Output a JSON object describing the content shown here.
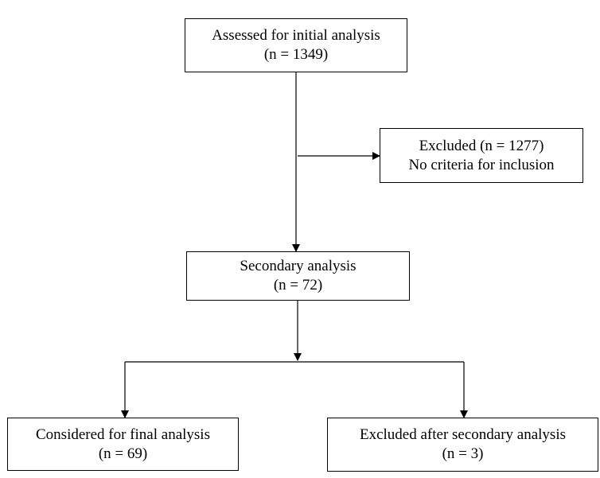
{
  "flowchart": {
    "assessed": {
      "title": "Assessed for initial analysis",
      "count": "(n = 1349)"
    },
    "excluded": {
      "title": "Excluded (n = 1277)",
      "reason": "No criteria for inclusion"
    },
    "secondary": {
      "title": "Secondary analysis",
      "count": "(n = 72)"
    },
    "final": {
      "title": "Considered for final analysis",
      "count": "(n = 69)"
    },
    "excluded_secondary": {
      "title": "Excluded after secondary analysis",
      "count": "(n = 3)"
    }
  }
}
